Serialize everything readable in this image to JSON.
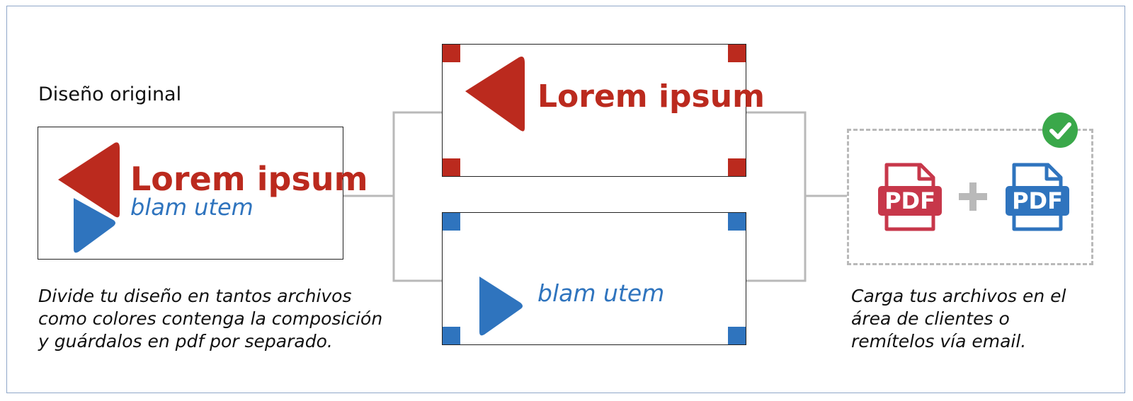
{
  "left": {
    "title": "Diseño original",
    "logo_main": "Lorem ipsum",
    "logo_sub": "blam utem",
    "description": [
      "Divide tu diseño en tantos archivos",
      "como colores contenga la composición",
      "y guárdalos en pdf por separado."
    ]
  },
  "separations": {
    "red": {
      "text": "Lorem ipsum",
      "color": "#bb2a1e"
    },
    "blue": {
      "text": "blam utem",
      "color": "#2f74be"
    }
  },
  "upload": {
    "file_label_red": "PDF",
    "file_label_blue": "PDF",
    "plus": "+",
    "description": [
      "Carga tus archivos en el",
      "área de clientes o",
      "remítelos vía email."
    ],
    "check_color": "#3aa84a",
    "icons": [
      "pdf-file-icon",
      "plus-icon",
      "check-icon"
    ]
  },
  "colors": {
    "red": "#bb2a1e",
    "blue": "#2f74be",
    "connector": "#b9b9b9",
    "frame": "#8fa7c9"
  }
}
